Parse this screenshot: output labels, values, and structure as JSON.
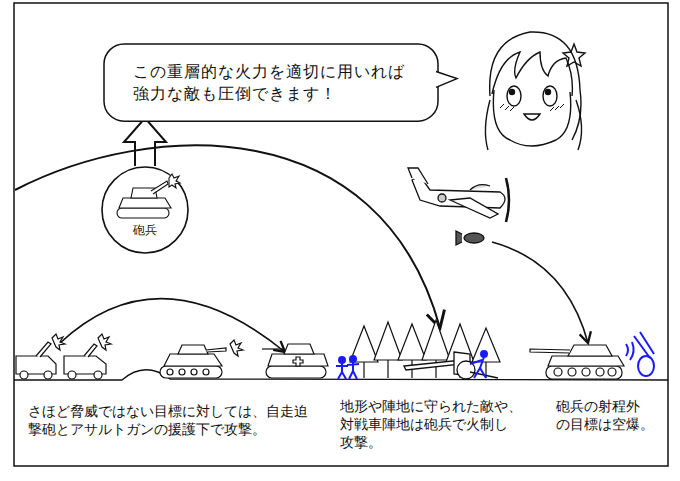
{
  "diagram": {
    "nodes": [
      {
        "text": [
          "この重層的な火力を適切に用いれば 強力な敵も圧倒できます！"
        ]
      },
      {
        "text": [
          "砲兵"
        ]
      }
    ],
    "labels": [
      "さほど脅威ではない目標に対しては、自走迫 撃砲とアサルトガンの援護下で攻撃。",
      "地形や陣地に守られた敵や、 対戦車陣地は砲兵で火制し 攻撃。",
      "砲兵の射程外 の目標は空爆。"
    ]
  }
}
